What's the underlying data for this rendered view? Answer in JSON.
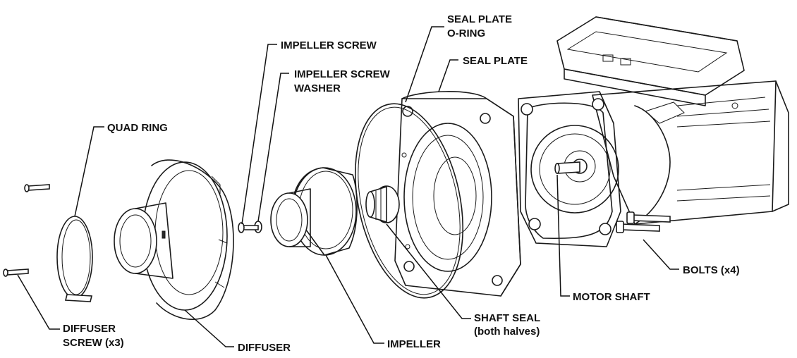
{
  "labels": {
    "seal_plate_oring_line1": "SEAL PLATE",
    "seal_plate_oring_line2": "O-RING",
    "seal_plate": "SEAL PLATE",
    "impeller_screw": "IMPELLER SCREW",
    "impeller_screw_washer_line1": "IMPELLER SCREW",
    "impeller_screw_washer_line2": "WASHER",
    "quad_ring": "QUAD RING",
    "bolts": "BOLTS (x4)",
    "motor_shaft": "MOTOR SHAFT",
    "shaft_seal_line1": "SHAFT SEAL",
    "shaft_seal_line2": "(both halves)",
    "impeller": "IMPELLER",
    "diffuser": "DIFFUSER",
    "diffuser_screw_line1": "DIFFUSER",
    "diffuser_screw_line2": "SCREW (x3)"
  },
  "colors": {
    "ink": "#111111",
    "background": "#ffffff"
  }
}
